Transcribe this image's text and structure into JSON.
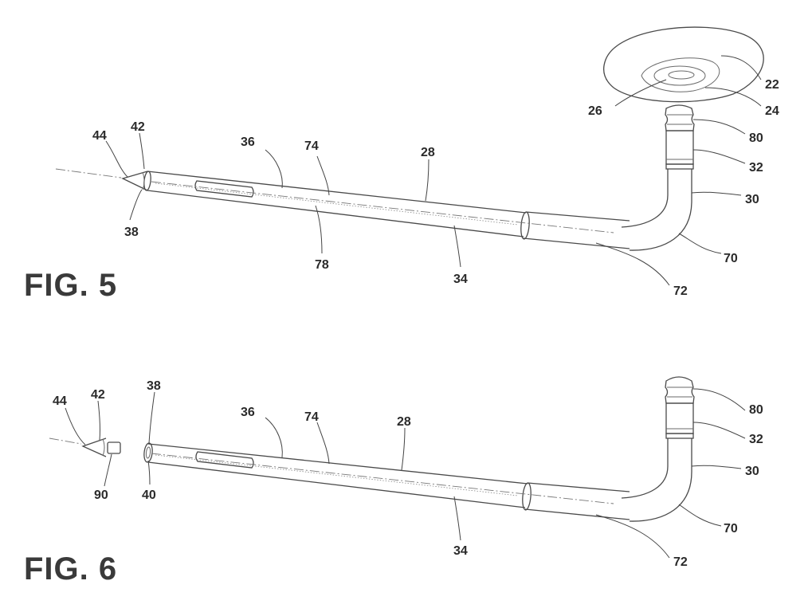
{
  "figures": [
    {
      "id": "fig5",
      "title": "FIG. 5",
      "labels": [
        "22",
        "24",
        "26",
        "80",
        "32",
        "30",
        "70",
        "72",
        "34",
        "28",
        "74",
        "36",
        "78",
        "44",
        "42",
        "38"
      ]
    },
    {
      "id": "fig6",
      "title": "FIG. 6",
      "labels": [
        "80",
        "32",
        "30",
        "70",
        "72",
        "34",
        "28",
        "74",
        "36",
        "44",
        "42",
        "38",
        "90",
        "40"
      ]
    }
  ]
}
